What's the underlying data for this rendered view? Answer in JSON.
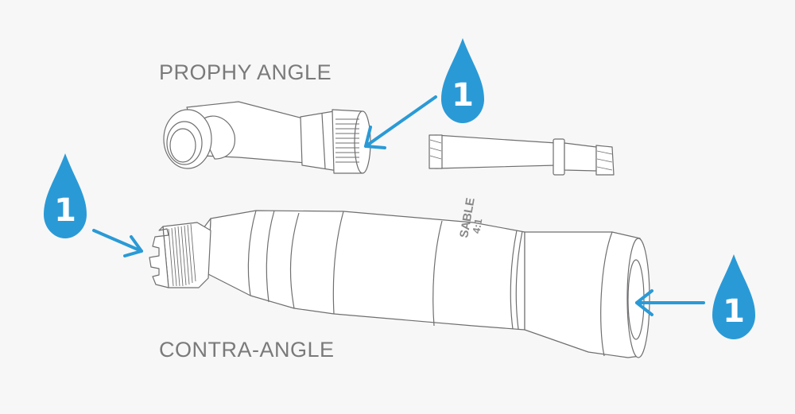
{
  "diagram": {
    "labels": {
      "prophy_angle": "PROPHY ANGLE",
      "contra_angle": "CONTRA-ANGLE"
    },
    "drops": [
      {
        "id": "prophy-angle-drop",
        "number": "1",
        "points_to": "prophy angle rear coupling"
      },
      {
        "id": "contra-angle-front-drop",
        "number": "1",
        "points_to": "contra-angle front threaded head"
      },
      {
        "id": "contra-angle-rear-drop",
        "number": "1",
        "points_to": "contra-angle rear opening"
      }
    ],
    "handpiece_marking": {
      "brand": "SABLE",
      "ratio": "4:1"
    },
    "colors": {
      "background": "#f7f7f7",
      "accent_blue": "#2a9ad6",
      "line_gray": "#6f6f6f",
      "label_gray": "#7a7a7a"
    }
  }
}
